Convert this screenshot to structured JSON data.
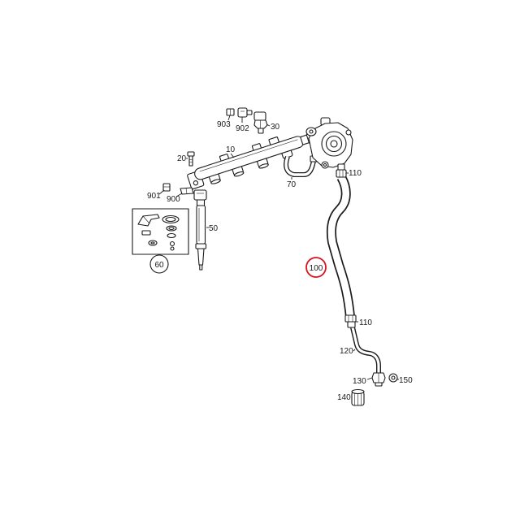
{
  "callouts": {
    "c903": "903",
    "c902": "902",
    "c30": "30",
    "c10": "10",
    "c20": "20",
    "c901": "901",
    "c900": "900",
    "c50": "50",
    "c60": "60",
    "c70": "70",
    "c110_pump": "110",
    "c100": "100",
    "c110_hose": "110",
    "c120": "120",
    "c130": "130",
    "c150": "150",
    "c140": "140"
  },
  "colors": {
    "line": "#1a1a1a",
    "background": "#ffffff",
    "highlight": "#d9121f"
  }
}
